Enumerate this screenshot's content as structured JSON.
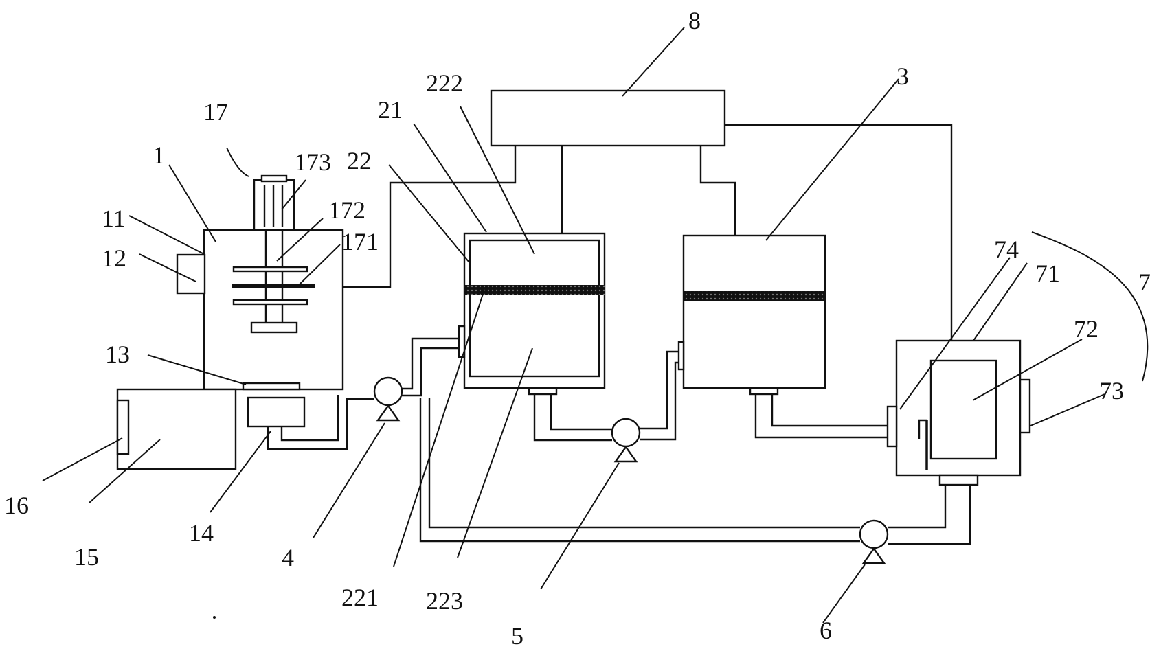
{
  "labels": {
    "l1": "1",
    "l11": "11",
    "l12": "12",
    "l13": "13",
    "l14": "14",
    "l15": "15",
    "l16": "16",
    "l17": "17",
    "l171": "171",
    "l172": "172",
    "l173": "173",
    "l21": "21",
    "l22": "22",
    "l221": "221",
    "l222": "222",
    "l223": "223",
    "l3": "3",
    "l4": "4",
    "l5": "5",
    "l6": "6",
    "l7": "7",
    "l71": "71",
    "l72": "72",
    "l73": "73",
    "l74": "74",
    "l8": "8"
  }
}
